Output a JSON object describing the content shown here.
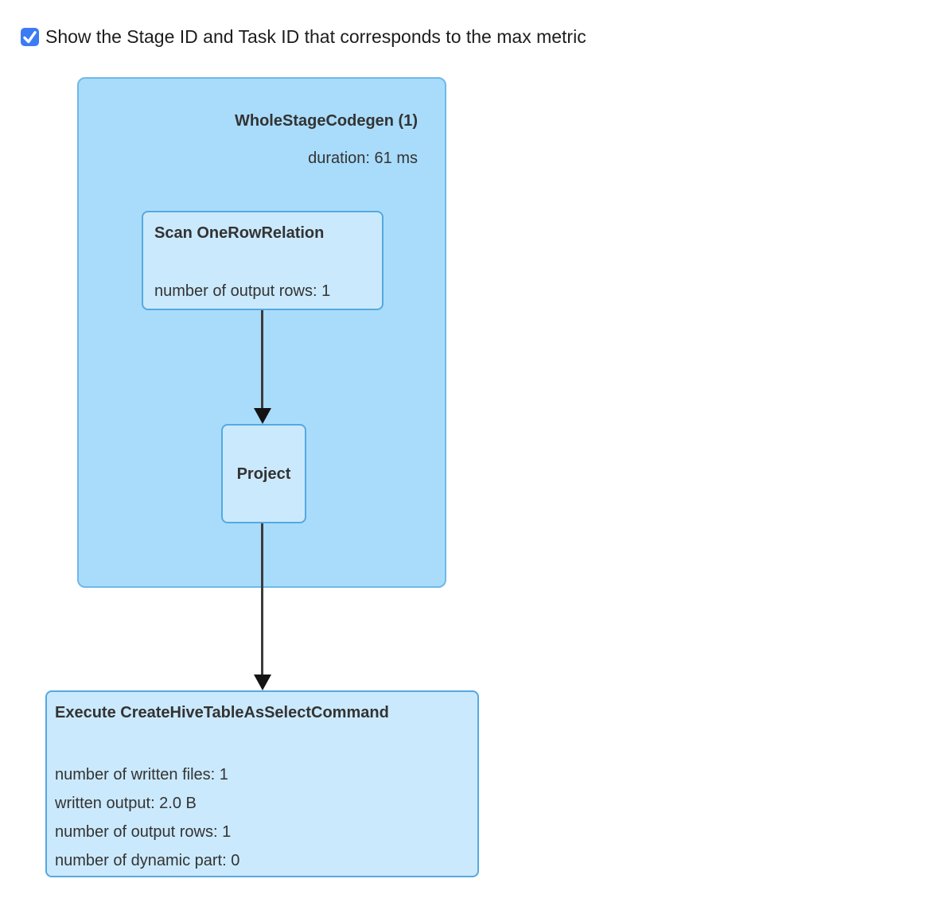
{
  "header": {
    "checkbox_label": "Show the Stage ID and Task ID that corresponds to the max metric",
    "checkbox_checked": "true"
  },
  "colors": {
    "checkbox_blue": "#3b7cf5",
    "cluster_fill": "#a9dcfb",
    "cluster_border": "#6fb9e8",
    "node_fill": "#cbe9fc",
    "node_border": "#55a9e0",
    "arrow_line": "#3c3c3c",
    "arrow_head": "#141414",
    "text": "#333333"
  },
  "plan": {
    "cluster": {
      "title": "WholeStageCodegen (1)",
      "duration": "duration: 61 ms"
    },
    "nodes": [
      {
        "title": "Scan OneRowRelation",
        "metrics": [
          "number of output rows: 1"
        ]
      },
      {
        "title": "Project",
        "metrics": []
      },
      {
        "title": "Execute CreateHiveTableAsSelectCommand",
        "metrics": [
          "number of written files: 1",
          "written output: 2.0 B",
          "number of output rows: 1",
          "number of dynamic part: 0"
        ]
      }
    ],
    "edges": [
      {
        "from": "Scan OneRowRelation",
        "to": "Project"
      },
      {
        "from": "Project",
        "to": "Execute CreateHiveTableAsSelectCommand"
      }
    ]
  }
}
